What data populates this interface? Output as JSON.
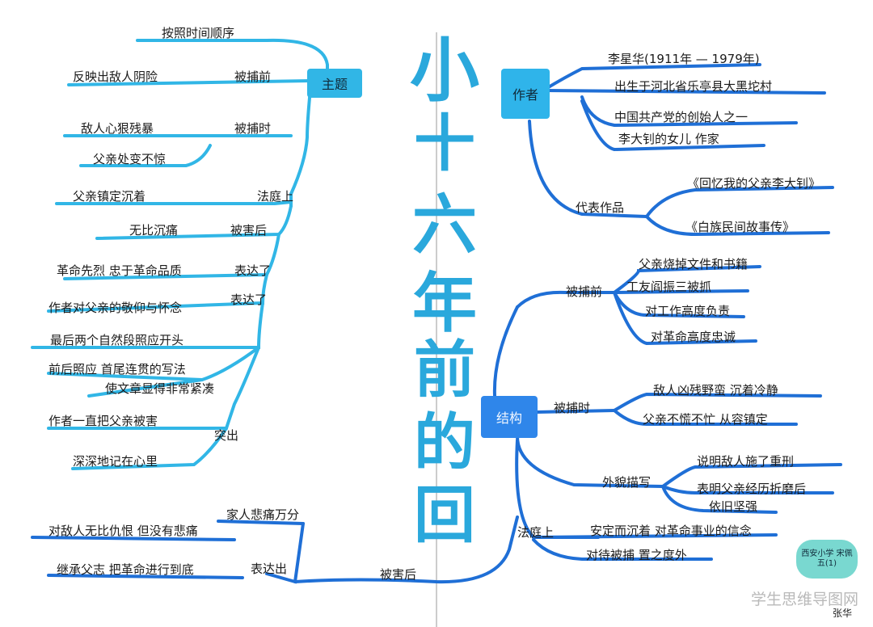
{
  "title": [
    "小",
    "十",
    "六",
    "年",
    "前",
    "的",
    "回",
    "忆"
  ],
  "colors": {
    "cyan": "#31b6e6",
    "blue": "#1f6fd6",
    "box_cyan": "#2fb4ea",
    "title": "#2aa8dc",
    "line_dark": "#2457b8"
  },
  "nodes": {
    "theme": "主题",
    "author": "作者",
    "character": "结构",
    "badge": "西安小学 宋佩 五(1)",
    "signature": "张华"
  },
  "left": {
    "theme_children": [
      "按照时间顺序",
      "反映出敌人阴险"
    ],
    "theme_beibu": "被捕前",
    "beibu_label": "被捕时",
    "beibu_children": [
      "敌人心狠残暴",
      "父亲处变不惊"
    ],
    "fating_label": "法庭上",
    "fating_child": "父亲镇定沉着",
    "beihai_label": "被害后",
    "beihai_child": "无比沉痛",
    "biaoda1_label": "表达了",
    "biaoda1_child": "革命先烈 忠于革命品质",
    "biaoda2_label": "表达了",
    "biaoda2_child": "作者对父亲的敬仰与怀念",
    "middle": [
      "最后两个自然段照应开头",
      "前后照应 首尾连贯的写法",
      "使文章显得非常紧凑"
    ],
    "tuchu_label": "突出",
    "tuchu_children": [
      "作者一直把父亲被害",
      "深深地记在心里"
    ],
    "bottom_label1": "家人悲痛万分",
    "bottom_label2": "表达出",
    "bottom_children": [
      "对敌人无比仇恨 但没有悲痛",
      "继承父志 把革命进行到底"
    ],
    "bottom_branch": "被害后"
  },
  "author": {
    "children": [
      "李星华(1911年 — 1979年)",
      "出生于河北省乐亭县大黑坨村",
      "中国共产党的创始人之一",
      "李大钊的女儿 作家"
    ],
    "works_label": "代表作品",
    "works": [
      "《回忆我的父亲李大钊》",
      "《白族民间故事传》"
    ]
  },
  "structure": {
    "beibu_qian": "被捕前",
    "beibu_qian_children": [
      "父亲烧掉文件和书籍",
      "工友阎振三被抓",
      "对工作高度负责",
      "对革命高度忠诚"
    ],
    "beibu_shi": "被捕时",
    "beibu_shi_children": [
      "敌人凶残野蛮 沉着冷静",
      "父亲不慌不忙 从容镇定"
    ],
    "waimao": "外貌描写",
    "waimao_children": [
      "说明敌人施了重刑",
      "表明父亲经历折磨后",
      "依旧坚强"
    ],
    "fating": "法庭上",
    "fating_children": [
      "安定而沉着 对革命事业的信念",
      "对待被捕 置之度外"
    ]
  },
  "watermark": "学生思维导图网"
}
